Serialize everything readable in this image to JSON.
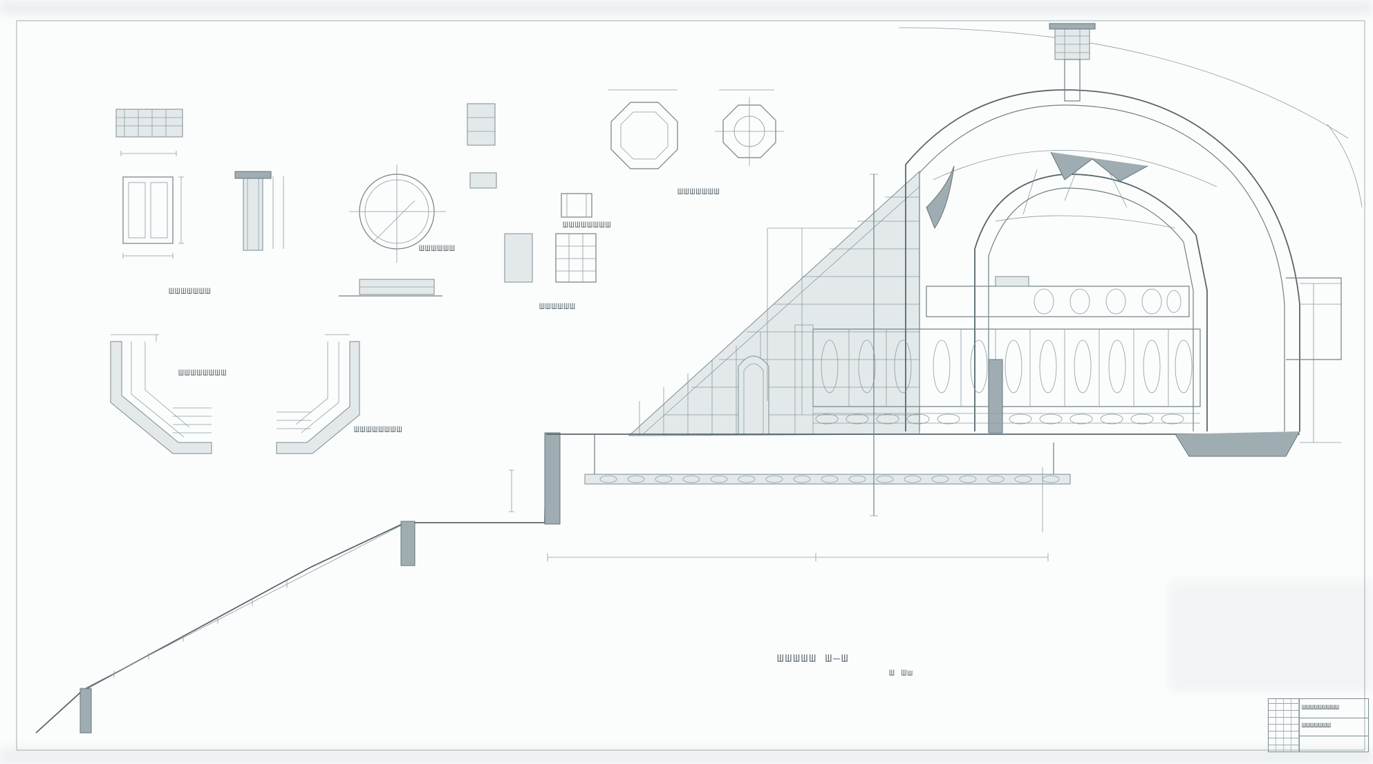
{
  "sheet": {
    "title": "Cross-section architectural drawing of a domed stone shrine with carved relief figures and construction details",
    "paper_color": "#fbfcfc",
    "ink_color": "#6f8086"
  },
  "captions": {
    "detail_a": "ШШШШШШШ",
    "detail_b": "ШШШШШШ",
    "detail_c": "ШШШШШШШШ",
    "detail_d": "ШШШШШШШШ",
    "detail_e": "ШШШШШШ",
    "detail_f": "ШШШШШШШ",
    "detail_g": "ШШШШШШШШ",
    "main_section": "ШШШШШ Ш—Ш",
    "main_scale": "Ш Шш"
  },
  "title_block": {
    "line1": "ШШШШШШШШШ",
    "line2": "ШШШШШШШ"
  }
}
